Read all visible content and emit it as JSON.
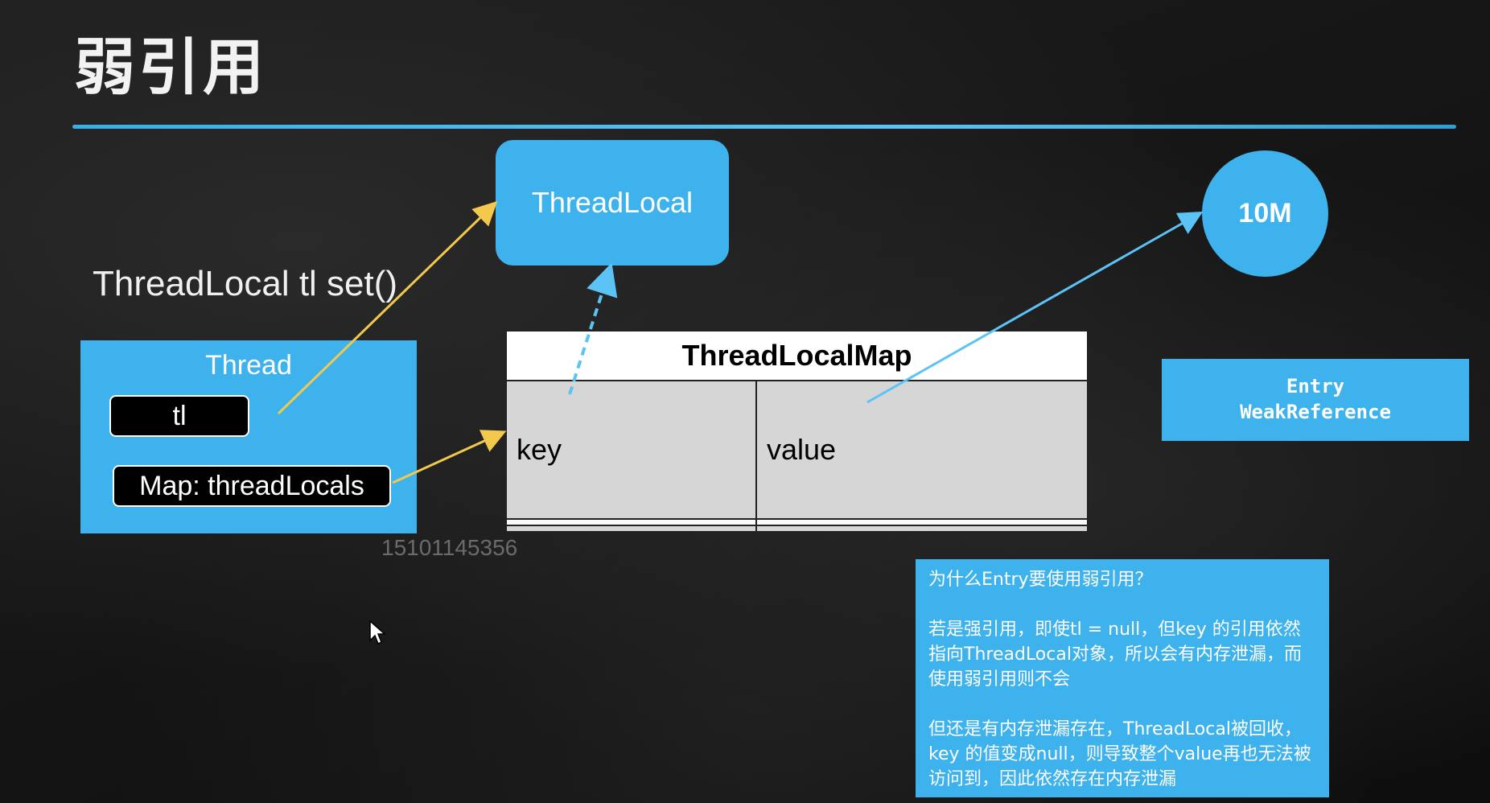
{
  "slide": {
    "title": "弱引用",
    "code_caption": "ThreadLocal tl set()",
    "watermark": "15101145356"
  },
  "thread_box": {
    "label": "Thread",
    "tl_label": "tl",
    "map_label": "Map: threadLocals"
  },
  "threadlocal_box": {
    "label": "ThreadLocal"
  },
  "tenm_circle": {
    "label": "10M"
  },
  "threadlocalmap": {
    "title": "ThreadLocalMap",
    "columns": [
      "key",
      "value"
    ],
    "rows": [
      [
        "",
        ""
      ],
      [
        "",
        ""
      ]
    ]
  },
  "entry_box": {
    "line1": "Entry",
    "line2": "WeakReference"
  },
  "note": {
    "question": "为什么Entry要使用弱引用？",
    "para1": "若是强引用，即使tl = null，但key 的引用依然指向ThreadLocal对象，所以会有内存泄漏，而使用弱引用则不会",
    "para2": "但还是有内存泄漏存在，ThreadLocal被回收，key 的值变成null，则导致整个value再也无法被访问到，因此依然存在内存泄漏"
  },
  "colors": {
    "accent_blue": "#3eb2ec",
    "arrow_yellow": "#f2c94c",
    "background": "#121212"
  }
}
